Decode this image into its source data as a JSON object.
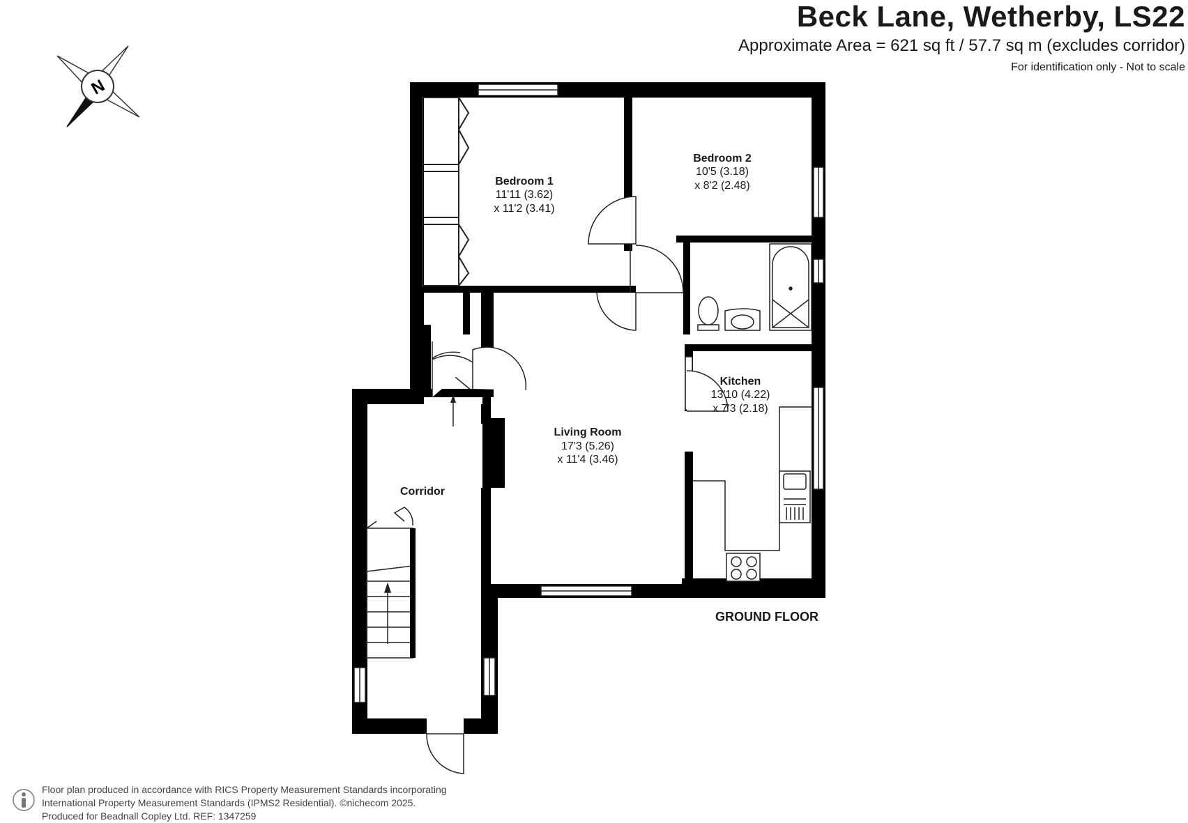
{
  "header": {
    "title": "Beck Lane, Wetherby, LS22",
    "area": "Approximate Area = 621 sq ft / 57.7 sq m (excludes corridor)",
    "note": "For identification only - Not to scale"
  },
  "compass": {
    "label": "N",
    "icon": "compass-north-icon"
  },
  "rooms": {
    "bedroom1": {
      "name": "Bedroom 1",
      "dim1": "11'11 (3.62)",
      "dim2": "x 11'2 (3.41)"
    },
    "bedroom2": {
      "name": "Bedroom 2",
      "dim1": "10'5 (3.18)",
      "dim2": "x 8'2 (2.48)"
    },
    "living": {
      "name": "Living Room",
      "dim1": "17'3 (5.26)",
      "dim2": "x 11'4 (3.46)"
    },
    "kitchen": {
      "name": "Kitchen",
      "dim1": "13'10 (4.22)",
      "dim2": "x 7'3 (2.18)"
    },
    "corridor": {
      "name": "Corridor"
    }
  },
  "floor_label": "GROUND FLOOR",
  "footer": {
    "line1": "Floor plan produced in accordance with RICS Property Measurement Standards incorporating",
    "line2": "International Property Measurement Standards (IPMS2 Residential).  ©nichecom 2025.",
    "line3": "Produced for Beadnall Copley Ltd.   REF: 1347259"
  },
  "colors": {
    "wall": "#000000",
    "line": "#222222",
    "text": "#1a1a1a",
    "footer": "#444444"
  }
}
